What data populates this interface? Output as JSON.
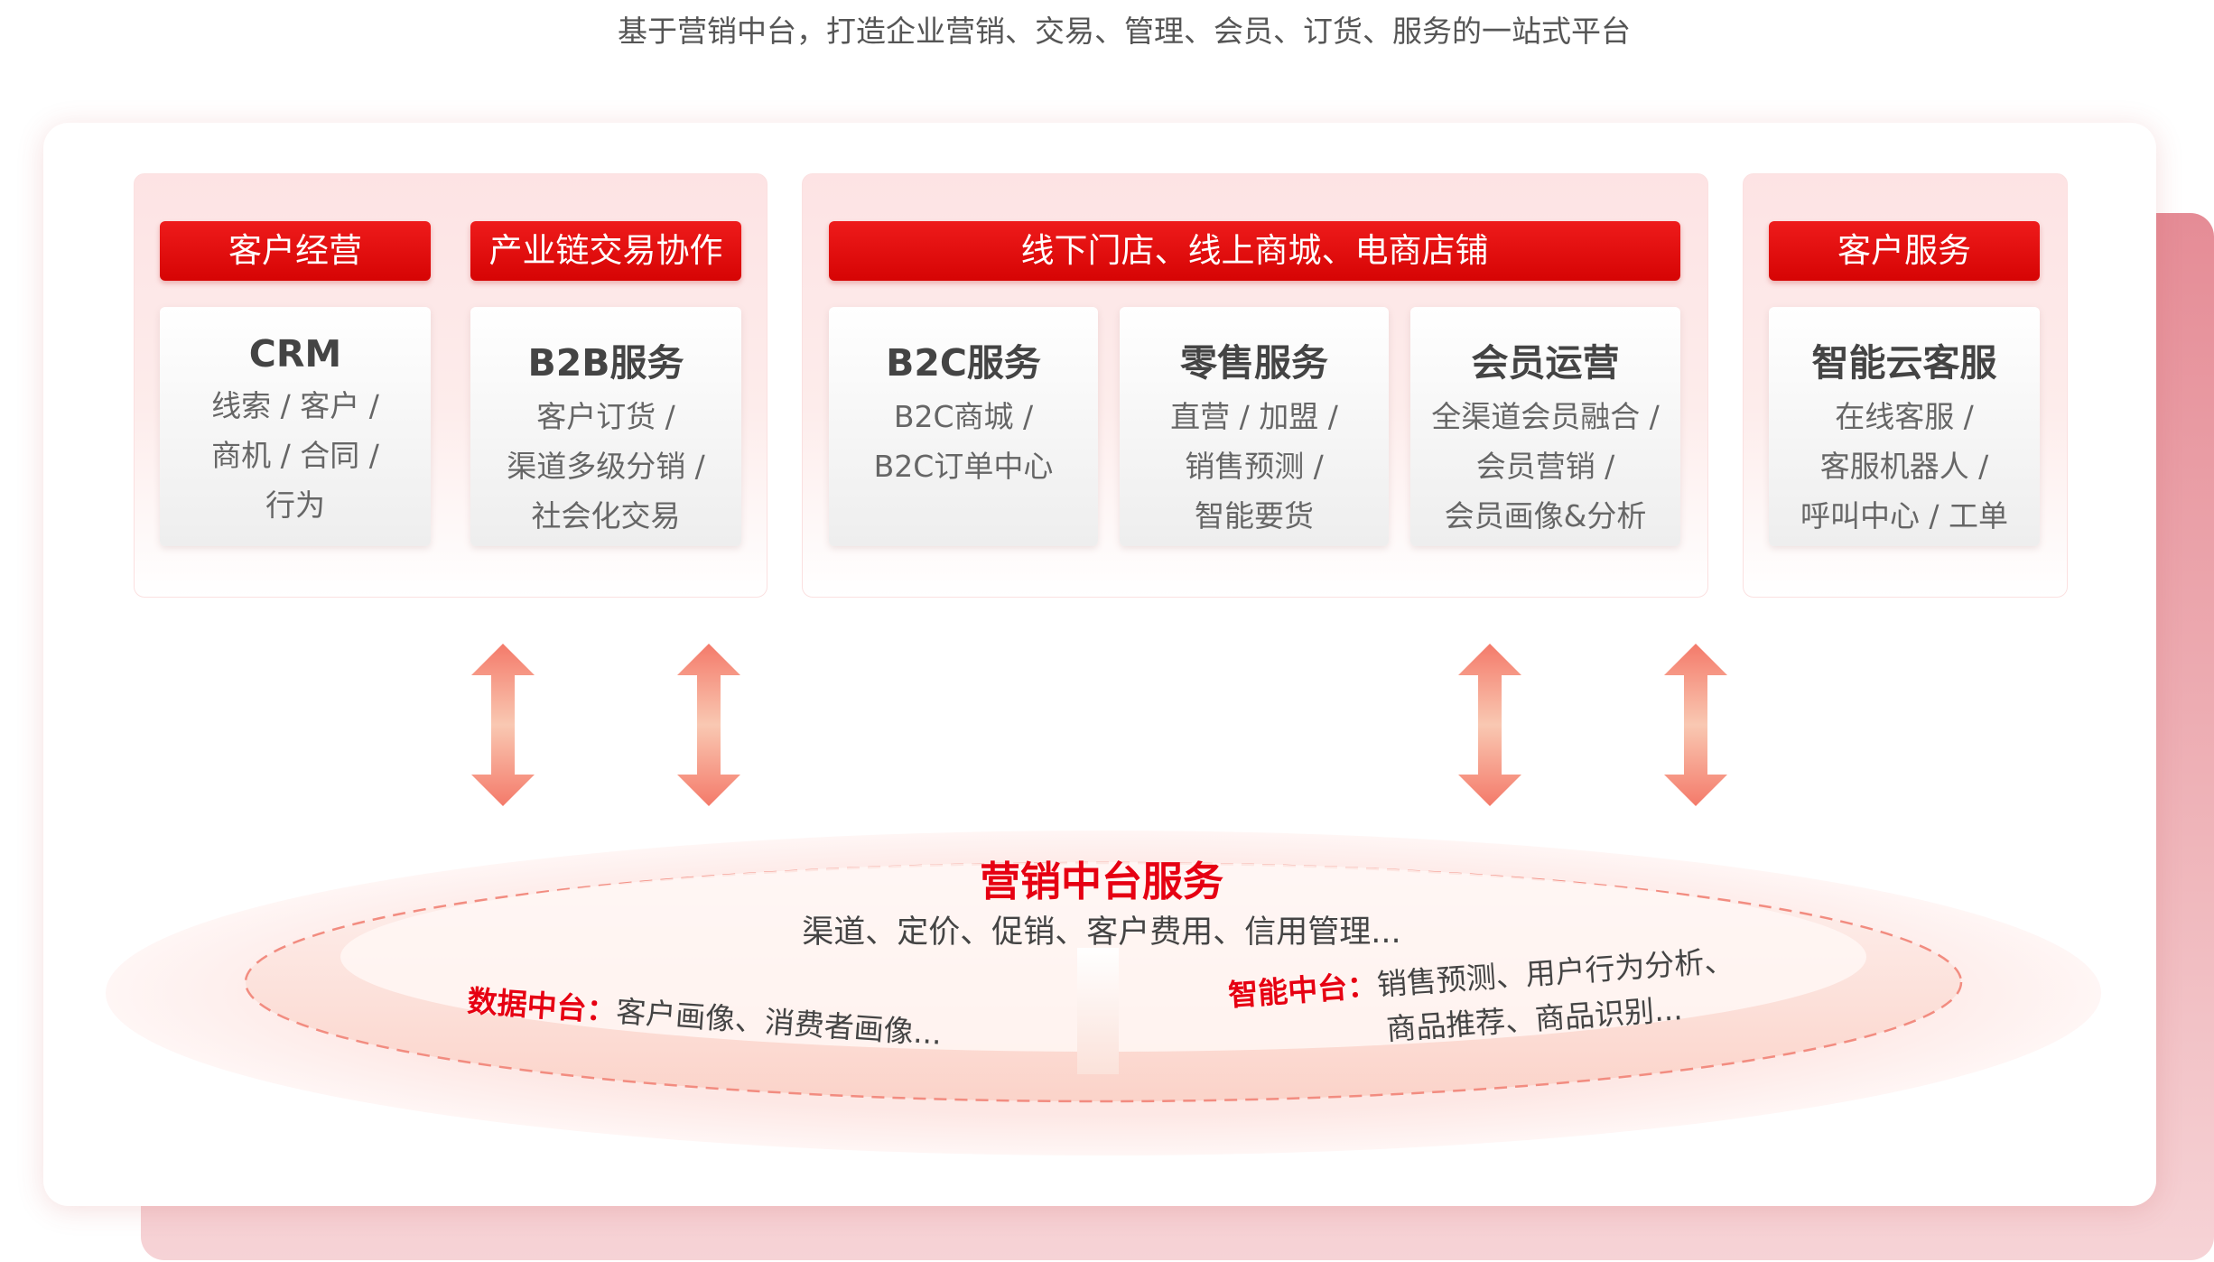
{
  "subtitle": "基于营销中台，打造企业营销、交易、管理、会员、订货、服务的一站式平台",
  "colors": {
    "accent": "#e60012",
    "header_bg": "#e70a0a",
    "arrow_top": "#f47a6a",
    "arrow_bottom": "#f9c8b2"
  },
  "groups": [
    {
      "headers": [
        "客户经营",
        "产业链交易协作"
      ]
    },
    {
      "headers": [
        "线下门店、线上商城、电商店铺"
      ]
    },
    {
      "headers": [
        "客户服务"
      ]
    }
  ],
  "cards": [
    {
      "title": "CRM",
      "lines": [
        "线索 / 客户 /",
        "商机 / 合同 /",
        "行为"
      ]
    },
    {
      "title": "B2B服务",
      "lines": [
        "客户订货 /",
        "渠道多级分销 /",
        "社会化交易"
      ]
    },
    {
      "title": "B2C服务",
      "lines": [
        "B2C商城 /",
        "B2C订单中心"
      ]
    },
    {
      "title": "零售服务",
      "lines": [
        "直营 / 加盟 /",
        "销售预测 /",
        "智能要货"
      ]
    },
    {
      "title": "会员运营",
      "lines": [
        "全渠道会员融合 /",
        "会员营销 /",
        "会员画像&分析"
      ]
    },
    {
      "title": "智能云客服",
      "lines": [
        "在线客服 /",
        "客服机器人 /",
        "呼叫中心 / 工单"
      ]
    }
  ],
  "platform": {
    "title": "营销中台服务",
    "subtitle": "渠道、定价、促销、客户费用、信用管理...",
    "data_center": {
      "label": "数据中台：",
      "text": "客户画像、消费者画像..."
    },
    "ai_center": {
      "label": "智能中台：",
      "line1": "销售预测、用户行为分析、",
      "line2": "商品推荐、商品识别..."
    }
  }
}
